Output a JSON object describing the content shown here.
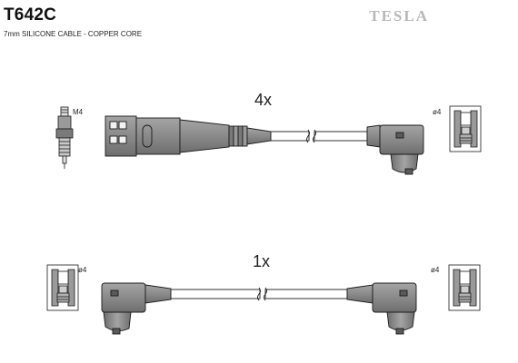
{
  "product": {
    "code": "T642C",
    "description": "7mm SILICONE CABLE - COPPER CORE",
    "brand": "TESLA"
  },
  "set_top": {
    "quantity_label": "4x",
    "plug_thread_label": "M4",
    "terminal_label": "ø4"
  },
  "set_bottom": {
    "quantity_label": "1x",
    "terminal_left_label": "ø4",
    "terminal_right_label": "ø4"
  },
  "colors": {
    "boot_fill": "#8c8c8c",
    "boot_dark": "#5a5a5a",
    "stroke": "#1a1a1a",
    "cable_fill": "#ffffff",
    "brand_color": "#b7b7b7"
  }
}
